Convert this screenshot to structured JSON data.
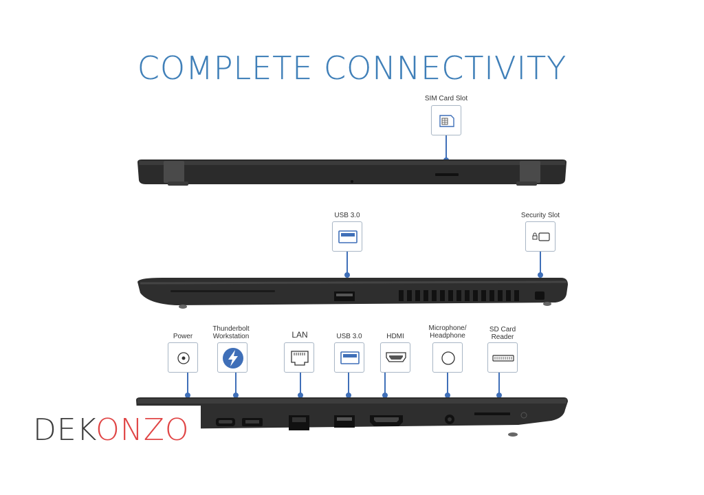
{
  "title": "COMPLETE CONNECTIVITY",
  "back_view": {
    "ports": [
      {
        "name": "sim-card-slot",
        "label": "SIM Card Slot",
        "icon": "sim-card-icon"
      }
    ]
  },
  "right_view": {
    "ports": [
      {
        "name": "usb-3-right",
        "label": "USB 3.0",
        "icon": "usb-icon"
      },
      {
        "name": "security-slot",
        "label": "Security Slot",
        "icon": "lock-slot-icon"
      }
    ]
  },
  "left_view": {
    "ports": [
      {
        "name": "power",
        "label": "Power",
        "icon": "power-port-icon"
      },
      {
        "name": "thunderbolt",
        "label_line1": "Thunderbolt",
        "label_line2": "Workstation",
        "icon": "thunderbolt-icon"
      },
      {
        "name": "lan",
        "label": "LAN",
        "icon": "ethernet-icon"
      },
      {
        "name": "usb-3-left",
        "label": "USB 3.0",
        "icon": "usb-icon"
      },
      {
        "name": "hdmi",
        "label": "HDMI",
        "icon": "hdmi-icon"
      },
      {
        "name": "microphone-headphone",
        "label_line1": "Microphone/",
        "label_line2": "Headphone",
        "icon": "audio-jack-icon"
      },
      {
        "name": "sd-card-reader",
        "label_line1": "SD Card",
        "label_line2": "Reader",
        "icon": "sd-card-icon"
      }
    ]
  },
  "logo": {
    "part1": "DEK",
    "part2": "ONZO",
    "colors": {
      "dark": "#3c3c3c",
      "red": "#e04545"
    }
  },
  "colors": {
    "accent": "#3f6fb8",
    "title": "#3f7fb8",
    "laptop": "#2b2b2b"
  }
}
